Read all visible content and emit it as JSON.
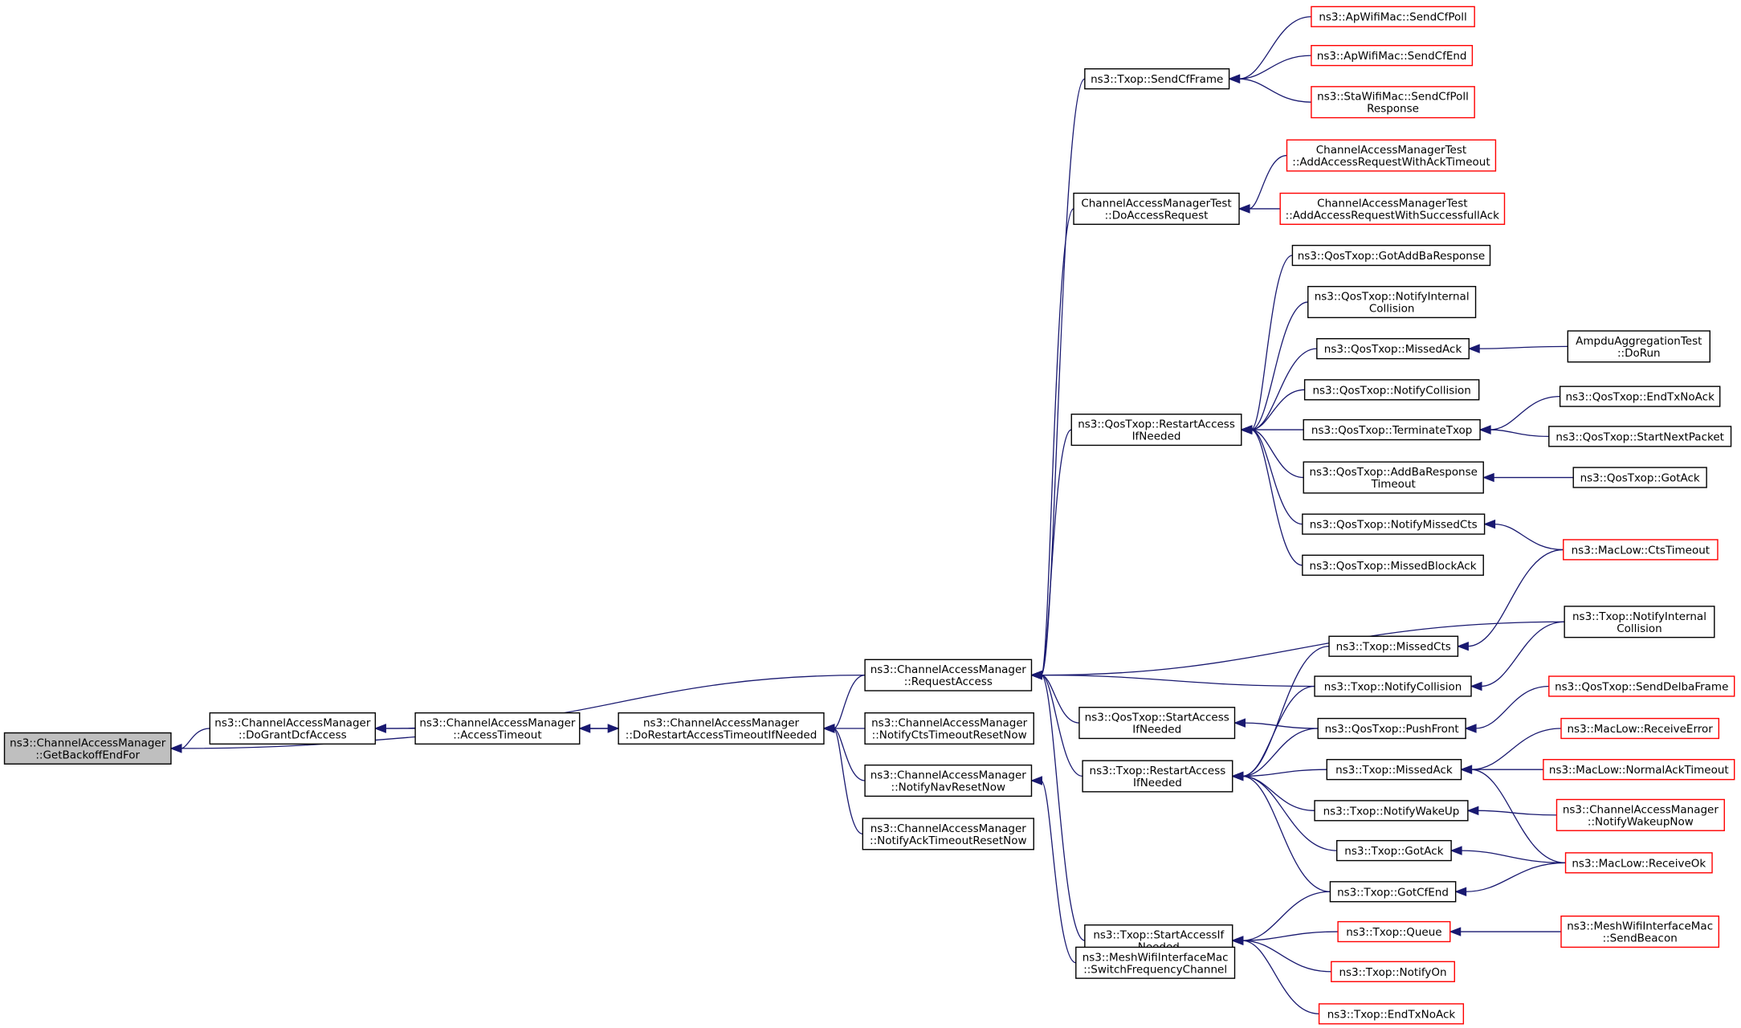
{
  "colors": {
    "edge": "#191970",
    "normal_border": "#000000",
    "truncated_border": "#ff0000",
    "root_fill": "#bfbfbf"
  },
  "nodes": [
    {
      "id": "root",
      "lines": [
        "ns3::ChannelAccessManager",
        "::GetBackoffEndFor"
      ],
      "style": "root"
    },
    {
      "id": "dogrant",
      "lines": [
        "ns3::ChannelAccessManager",
        "::DoGrantDcfAccess"
      ],
      "style": "black"
    },
    {
      "id": "acctimeout",
      "lines": [
        "ns3::ChannelAccessManager",
        "::AccessTimeout"
      ],
      "style": "black"
    },
    {
      "id": "dorestart",
      "lines": [
        "ns3::ChannelAccessManager",
        "::DoRestartAccessTimeoutIfNeeded"
      ],
      "style": "black"
    },
    {
      "id": "reqaccess",
      "lines": [
        "ns3::ChannelAccessManager",
        "::RequestAccess"
      ],
      "style": "black"
    },
    {
      "id": "notifycts",
      "lines": [
        "ns3::ChannelAccessManager",
        "::NotifyCtsTimeoutResetNow"
      ],
      "style": "black"
    },
    {
      "id": "notifynav",
      "lines": [
        "ns3::ChannelAccessManager",
        "::NotifyNavResetNow"
      ],
      "style": "black"
    },
    {
      "id": "notifyack",
      "lines": [
        "ns3::ChannelAccessManager",
        "::NotifyAckTimeoutResetNow"
      ],
      "style": "black"
    },
    {
      "id": "sendcf",
      "lines": [
        "ns3::Txop::SendCfFrame"
      ],
      "style": "black"
    },
    {
      "id": "cam_doaccess",
      "lines": [
        "ChannelAccessManagerTest",
        "::DoAccessRequest"
      ],
      "style": "black"
    },
    {
      "id": "qos_restart",
      "lines": [
        "ns3::QosTxop::RestartAccess",
        "IfNeeded"
      ],
      "style": "black"
    },
    {
      "id": "qos_startaccess",
      "lines": [
        "ns3::QosTxop::StartAccess",
        "IfNeeded"
      ],
      "style": "black"
    },
    {
      "id": "txop_restart",
      "lines": [
        "ns3::Txop::RestartAccess",
        "IfNeeded"
      ],
      "style": "black"
    },
    {
      "id": "txop_start",
      "lines": [
        "ns3::Txop::StartAccessIf",
        "Needed"
      ],
      "style": "black"
    },
    {
      "id": "mesh_switch",
      "lines": [
        "ns3::MeshWifiInterfaceMac",
        "::SwitchFrequencyChannel"
      ],
      "style": "black"
    },
    {
      "id": "ap_sendcfpoll",
      "lines": [
        "ns3::ApWifiMac::SendCfPoll"
      ],
      "style": "red"
    },
    {
      "id": "ap_sendcfend",
      "lines": [
        "ns3::ApWifiMac::SendCfEnd"
      ],
      "style": "red"
    },
    {
      "id": "sta_sendcfpoll",
      "lines": [
        "ns3::StaWifiMac::SendCfPoll",
        "Response"
      ],
      "style": "red"
    },
    {
      "id": "camt_ackto",
      "lines": [
        "ChannelAccessManagerTest",
        "::AddAccessRequestWithAckTimeout"
      ],
      "style": "red"
    },
    {
      "id": "camt_success",
      "lines": [
        "ChannelAccessManagerTest",
        "::AddAccessRequestWithSuccessfullAck"
      ],
      "style": "red"
    },
    {
      "id": "qos_gotaddba",
      "lines": [
        "ns3::QosTxop::GotAddBaResponse"
      ],
      "style": "black"
    },
    {
      "id": "qos_notifyinternal",
      "lines": [
        "ns3::QosTxop::NotifyInternal",
        "Collision"
      ],
      "style": "black"
    },
    {
      "id": "qos_missedack",
      "lines": [
        "ns3::QosTxop::MissedAck"
      ],
      "style": "black"
    },
    {
      "id": "qos_notifycollision",
      "lines": [
        "ns3::QosTxop::NotifyCollision"
      ],
      "style": "black"
    },
    {
      "id": "qos_terminate",
      "lines": [
        "ns3::QosTxop::TerminateTxop"
      ],
      "style": "black"
    },
    {
      "id": "qos_addbato",
      "lines": [
        "ns3::QosTxop::AddBaResponse",
        "Timeout"
      ],
      "style": "black"
    },
    {
      "id": "qos_notifymissedcts",
      "lines": [
        "ns3::QosTxop::NotifyMissedCts"
      ],
      "style": "black"
    },
    {
      "id": "qos_missedblockack",
      "lines": [
        "ns3::QosTxop::MissedBlockAck"
      ],
      "style": "black"
    },
    {
      "id": "ampdu_dorun",
      "lines": [
        "AmpduAggregationTest",
        "::DoRun"
      ],
      "style": "black"
    },
    {
      "id": "qos_endtxnoack",
      "lines": [
        "ns3::QosTxop::EndTxNoAck"
      ],
      "style": "black"
    },
    {
      "id": "qos_startnext",
      "lines": [
        "ns3::QosTxop::StartNextPacket"
      ],
      "style": "black"
    },
    {
      "id": "qos_gotack",
      "lines": [
        "ns3::QosTxop::GotAck"
      ],
      "style": "black"
    },
    {
      "id": "maclow_ctstimeout",
      "lines": [
        "ns3::MacLow::CtsTimeout"
      ],
      "style": "red"
    },
    {
      "id": "txop_notifyinternal",
      "lines": [
        "ns3::Txop::NotifyInternal",
        "Collision"
      ],
      "style": "black"
    },
    {
      "id": "txop_missedcts",
      "lines": [
        "ns3::Txop::MissedCts"
      ],
      "style": "black"
    },
    {
      "id": "txop_notifycollision",
      "lines": [
        "ns3::Txop::NotifyCollision"
      ],
      "style": "black"
    },
    {
      "id": "qos_pushfront",
      "lines": [
        "ns3::QosTxop::PushFront"
      ],
      "style": "black"
    },
    {
      "id": "qos_senddelba",
      "lines": [
        "ns3::QosTxop::SendDelbaFrame"
      ],
      "style": "red"
    },
    {
      "id": "txop_missedack",
      "lines": [
        "ns3::Txop::MissedAck"
      ],
      "style": "black"
    },
    {
      "id": "maclow_recverror",
      "lines": [
        "ns3::MacLow::ReceiveError"
      ],
      "style": "red"
    },
    {
      "id": "maclow_normalack",
      "lines": [
        "ns3::MacLow::NormalAckTimeout"
      ],
      "style": "red"
    },
    {
      "id": "txop_notifywakeup",
      "lines": [
        "ns3::Txop::NotifyWakeUp"
      ],
      "style": "black"
    },
    {
      "id": "cam_notifywakeup",
      "lines": [
        "ns3::ChannelAccessManager",
        "::NotifyWakeupNow"
      ],
      "style": "red"
    },
    {
      "id": "txop_gotack",
      "lines": [
        "ns3::Txop::GotAck"
      ],
      "style": "black"
    },
    {
      "id": "maclow_recvok",
      "lines": [
        "ns3::MacLow::ReceiveOk"
      ],
      "style": "red"
    },
    {
      "id": "txop_gotcfend",
      "lines": [
        "ns3::Txop::GotCfEnd"
      ],
      "style": "black"
    },
    {
      "id": "txop_queue",
      "lines": [
        "ns3::Txop::Queue"
      ],
      "style": "red"
    },
    {
      "id": "mesh_sendbeacon",
      "lines": [
        "ns3::MeshWifiInterfaceMac",
        "::SendBeacon"
      ],
      "style": "red"
    },
    {
      "id": "txop_notifyon",
      "lines": [
        "ns3::Txop::NotifyOn"
      ],
      "style": "red"
    },
    {
      "id": "txop_endtxnoack",
      "lines": [
        "ns3::Txop::EndTxNoAck"
      ],
      "style": "red"
    }
  ],
  "edges": [
    [
      "root",
      "dogrant"
    ],
    [
      "root",
      "dorestart"
    ],
    [
      "dogrant",
      "acctimeout"
    ],
    [
      "dogrant",
      "reqaccess"
    ],
    [
      "acctimeout",
      "dorestart"
    ],
    [
      "dorestart",
      "acctimeout"
    ],
    [
      "dorestart",
      "reqaccess"
    ],
    [
      "dorestart",
      "notifycts"
    ],
    [
      "dorestart",
      "notifynav"
    ],
    [
      "dorestart",
      "notifyack"
    ],
    [
      "notifynav",
      "mesh_switch"
    ],
    [
      "reqaccess",
      "sendcf"
    ],
    [
      "reqaccess",
      "cam_doaccess"
    ],
    [
      "reqaccess",
      "qos_restart"
    ],
    [
      "reqaccess",
      "qos_startaccess"
    ],
    [
      "reqaccess",
      "txop_restart"
    ],
    [
      "reqaccess",
      "txop_start"
    ],
    [
      "reqaccess",
      "txop_notifyinternal"
    ],
    [
      "reqaccess",
      "txop_notifycollision"
    ],
    [
      "sendcf",
      "ap_sendcfpoll"
    ],
    [
      "sendcf",
      "ap_sendcfend"
    ],
    [
      "sendcf",
      "sta_sendcfpoll"
    ],
    [
      "cam_doaccess",
      "camt_ackto"
    ],
    [
      "cam_doaccess",
      "camt_success"
    ],
    [
      "qos_restart",
      "qos_gotaddba"
    ],
    [
      "qos_restart",
      "qos_notifyinternal"
    ],
    [
      "qos_restart",
      "qos_missedack"
    ],
    [
      "qos_restart",
      "qos_notifycollision"
    ],
    [
      "qos_restart",
      "qos_terminate"
    ],
    [
      "qos_restart",
      "qos_addbato"
    ],
    [
      "qos_restart",
      "qos_notifymissedcts"
    ],
    [
      "qos_restart",
      "qos_missedblockack"
    ],
    [
      "qos_missedack",
      "ampdu_dorun"
    ],
    [
      "qos_terminate",
      "qos_endtxnoack"
    ],
    [
      "qos_terminate",
      "qos_startnext"
    ],
    [
      "qos_addbato",
      "qos_gotack"
    ],
    [
      "qos_notifymissedcts",
      "maclow_ctstimeout"
    ],
    [
      "qos_startaccess",
      "qos_pushfront"
    ],
    [
      "txop_restart",
      "txop_missedcts"
    ],
    [
      "txop_restart",
      "txop_notifycollision"
    ],
    [
      "txop_restart",
      "qos_pushfront"
    ],
    [
      "txop_restart",
      "txop_missedack"
    ],
    [
      "txop_restart",
      "txop_notifywakeup"
    ],
    [
      "txop_restart",
      "txop_gotack"
    ],
    [
      "txop_restart",
      "txop_gotcfend"
    ],
    [
      "txop_missedcts",
      "maclow_ctstimeout"
    ],
    [
      "txop_notifycollision",
      "txop_notifyinternal"
    ],
    [
      "qos_pushfront",
      "qos_senddelba"
    ],
    [
      "txop_missedack",
      "maclow_recverror"
    ],
    [
      "txop_missedack",
      "maclow_normalack"
    ],
    [
      "txop_missedack",
      "maclow_recvok"
    ],
    [
      "txop_notifywakeup",
      "cam_notifywakeup"
    ],
    [
      "txop_gotack",
      "maclow_recvok"
    ],
    [
      "txop_gotcfend",
      "maclow_recvok"
    ],
    [
      "txop_start",
      "txop_gotcfend"
    ],
    [
      "txop_start",
      "txop_queue"
    ],
    [
      "txop_start",
      "txop_notifyon"
    ],
    [
      "txop_start",
      "txop_endtxnoack"
    ],
    [
      "txop_queue",
      "mesh_sendbeacon"
    ]
  ]
}
